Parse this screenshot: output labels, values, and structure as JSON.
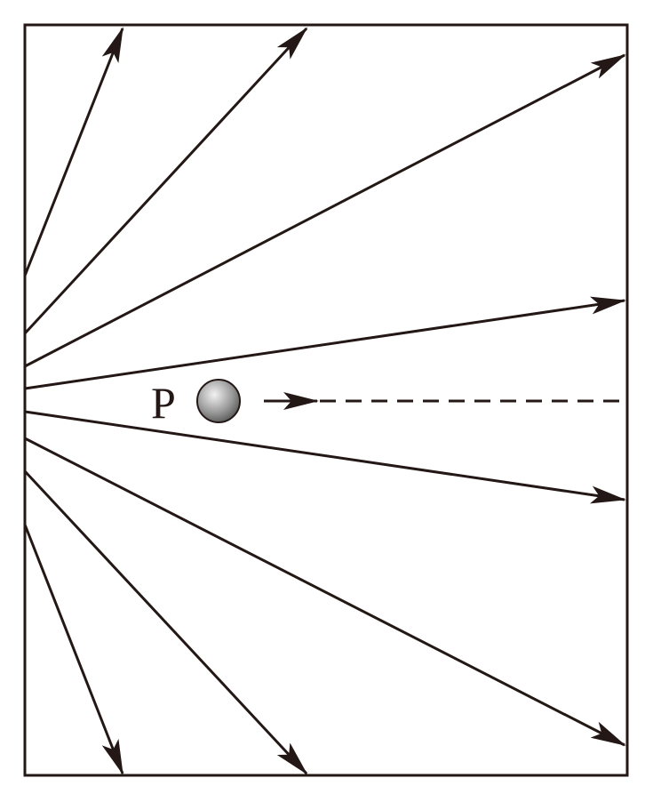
{
  "diagram": {
    "description_label": "P",
    "colors": {
      "stroke": "#231815",
      "ball_light": "#e8e8e8",
      "ball_dark": "#555555"
    },
    "field_line_count": 8,
    "particle_label": "P"
  }
}
